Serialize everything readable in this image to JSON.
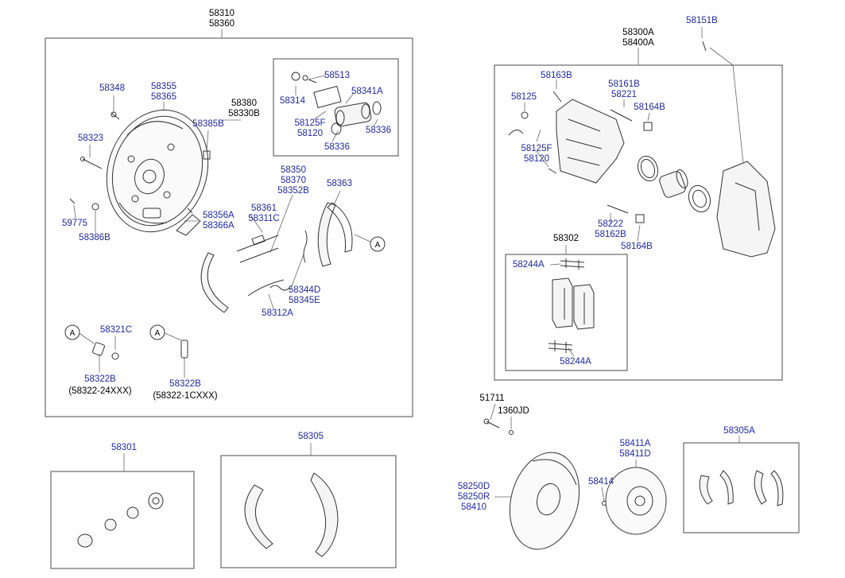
{
  "colors": {
    "part_number": "#1f2a9c",
    "text": "#000000",
    "line": "#555555",
    "box": "#444444"
  },
  "labels": {
    "g58310": "58310",
    "g58360": "58360",
    "p58348": "58348",
    "p58355": "58355",
    "p58365": "58365",
    "p58380": "58380",
    "p58330B": "58330B",
    "p58385B": "58385B",
    "p58323": "58323",
    "p59775": "59775",
    "p58386B": "58386B",
    "p58513": "58513",
    "p58314": "58314",
    "p58341A": "58341A",
    "p58125F_a": "58125F",
    "p58120_a": "58120",
    "p58336_a": "58336",
    "p58336_b": "58336",
    "p58350": "58350",
    "p58370": "58370",
    "p58352B": "58352B",
    "p58363": "58363",
    "p58361": "58361",
    "p58311C": "58311C",
    "p58356A": "58356A",
    "p58366A": "58366A",
    "p58344D": "58344D",
    "p58345E": "58345E",
    "p58312A": "58312A",
    "p58321C": "58321C",
    "p58322B_a": "58322B",
    "p58322_24": "(58322-24XXX)",
    "p58322B_b": "58322B",
    "p58322_1C": "(58322-1CXXX)",
    "markA": "A",
    "g58300A": "58300A",
    "g58400A": "58400A",
    "p58151B": "58151B",
    "p58163B": "58163B",
    "p58161B": "58161B",
    "p58221": "58221",
    "p58125": "58125",
    "p58164B_a": "58164B",
    "p58125F_b": "58125F",
    "p58120_b": "58120",
    "p58222": "58222",
    "p58162B": "58162B",
    "p58164B_b": "58164B",
    "p58302": "58302",
    "p58244A_a": "58244A",
    "p58244A_b": "58244A",
    "p51711": "51711",
    "p1360JD": "1360JD",
    "p58411A": "58411A",
    "p58411D": "58411D",
    "p58414": "58414",
    "p58250D": "58250D",
    "p58250R": "58250R",
    "p58410": "58410",
    "p58301": "58301",
    "p58305": "58305",
    "p58305A": "58305A"
  },
  "icons": [
    "backing-plate",
    "wheel-cylinder",
    "brake-shoe",
    "return-spring",
    "adjuster",
    "caliper-bracket",
    "caliper-piston",
    "piston-seal",
    "brake-pad",
    "pad-clip",
    "brake-disc",
    "dust-cover",
    "bolt",
    "bleeder-screw",
    "rubber-cup"
  ]
}
